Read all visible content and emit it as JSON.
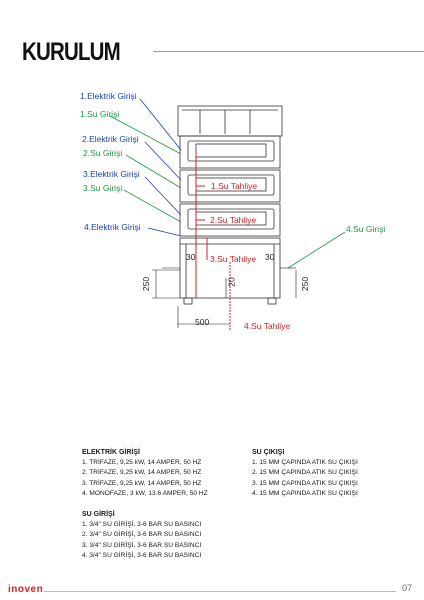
{
  "title": "KURULUM",
  "labels": {
    "e1": "1.Elektrik Girişi",
    "s1": "1.Su Girişi",
    "e2": "2.Elektrik Girişi",
    "s2": "2.Su Girişi",
    "e3": "3.Elektrik Girişi",
    "s3": "3.Su Girişi",
    "e4": "4.Elektrik Girişi",
    "s4": "4.Su Girişi",
    "t1": "1.Su Tahliye",
    "t2": "2.Su Tahliye",
    "t3": "3.Su Tahliye",
    "t4": "4.Su Tahliye"
  },
  "dimensions": {
    "d30_left": "30",
    "d30_right": "30",
    "d250_left": "250",
    "d250_right": "250",
    "d20": "20",
    "d500": "500"
  },
  "elektrik": {
    "heading": "ELEKTRİK GİRİŞİ",
    "items": [
      "1. TRİFAZE, 9,25 kW, 14 AMPER, 50 HZ",
      "2. TRİFAZE, 9,25 kW, 14 AMPER, 50 HZ",
      "3. TRİFAZE, 9,25 kW, 14 AMPER, 50 HZ",
      "4. MONOFAZE, 3 kW, 13.6 AMPER, 50 HZ"
    ]
  },
  "su_cikisi": {
    "heading": "SU ÇIKIŞI",
    "items": [
      "1. 15 MM ÇAPINDA ATIK SU ÇIKIŞI",
      "2. 15 MM ÇAPINDA ATIK SU ÇIKIŞI",
      "3. 15 MM ÇAPINDA ATIK SU ÇIKIŞI",
      "4. 15 MM ÇAPINDA ATIK SU ÇIKIŞI"
    ]
  },
  "su_girisi": {
    "heading": "SU GİRİŞİ",
    "items": [
      "1. 3/4\" SU GİRİŞİ, 3-6 BAR SU BASINCI",
      "2. 3/4\" SU GİRİŞİ, 3-6 BAR SU BASINCI",
      "3. 3/4\" SU GİRİŞİ, 3-6 BAR SU BASINCI",
      "4. 3/4\" SU GİRİŞİ, 3-6 BAR SU BASINCI"
    ]
  },
  "footer": {
    "brand": "inoven",
    "page": "07"
  },
  "colors": {
    "electric": "#1b3fae",
    "water_in": "#1f9a3c",
    "drain": "#d32020"
  }
}
